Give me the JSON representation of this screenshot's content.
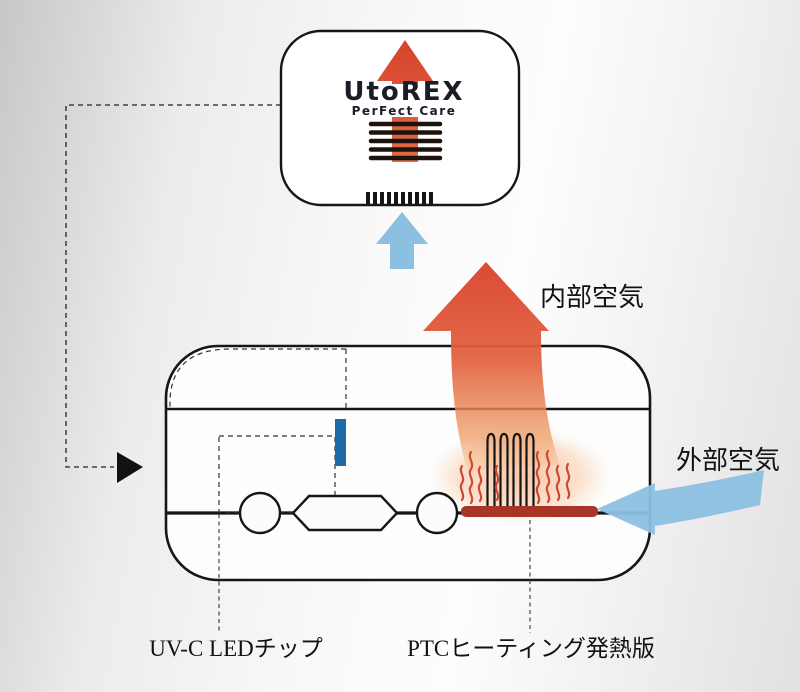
{
  "top_device": {
    "brand": "UtoREX",
    "tagline": "PerFect Care"
  },
  "annotations": {
    "internal_air": "内部空気",
    "external_air": "外部空気",
    "uvc_label": "UV-C LEDチップ",
    "ptc_label": "PTCヒーティング発熱版"
  },
  "colors": {
    "hot_air_red": "#d9452e",
    "cool_air_blue": "#8cc0e0",
    "uvc_chip_blue": "#1d6aa6",
    "heater_plate_red": "#a93428",
    "flame_red": "#cf4a33",
    "outline_black": "#161616"
  }
}
